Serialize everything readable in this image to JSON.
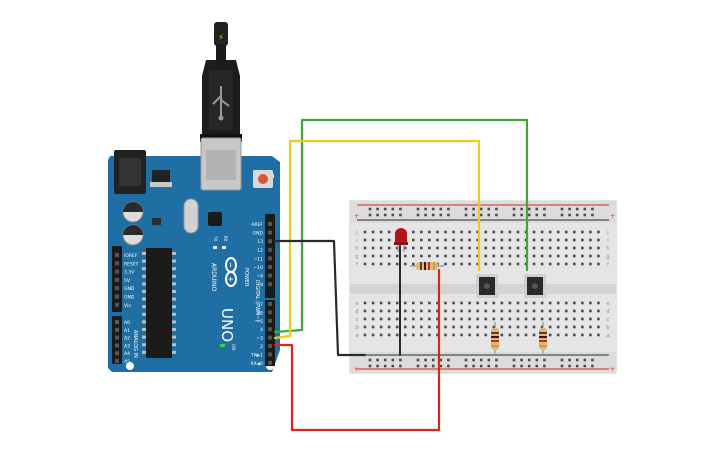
{
  "board": {
    "brand": "ARDUINO",
    "model": "UNO",
    "power_header": "POWER",
    "analog_header": "ANALOG IN",
    "digital_header": "DIGITAL (PWM~)",
    "tx_label": "TX",
    "rx_label": "RX",
    "on_label": "ON",
    "left_pins": [
      "IOREF",
      "RESET",
      "3.3V",
      "5V",
      "GND",
      "GND",
      "Vin"
    ],
    "analog_pins": [
      "A0",
      "A1",
      "A2",
      "A3",
      "A4",
      "A5"
    ],
    "top_pins": [
      "AREF",
      "GND",
      "13",
      "12",
      "~11",
      "~10",
      "~9",
      "8"
    ],
    "bottom_pins": [
      "7",
      "~6",
      "~5",
      "4",
      "~3",
      "2",
      "TX▶1",
      "RX◀0"
    ]
  },
  "breadboard": {
    "row_letters_top": [
      "j",
      "i",
      "h",
      "g",
      "f"
    ],
    "row_letters_bottom": [
      "e",
      "d",
      "c",
      "b",
      "a"
    ],
    "plus": "+",
    "minus": "−"
  },
  "colors": {
    "board": "#1f6fa4",
    "wire_green": "#3aaa35",
    "wire_yellow": "#f2c81a",
    "wire_red": "#d9261c",
    "wire_black": "#2a2a2a",
    "led": "#b3131a"
  }
}
